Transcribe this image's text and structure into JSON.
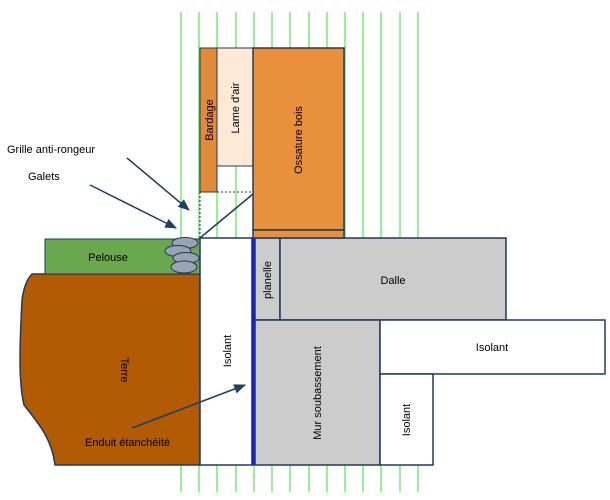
{
  "colors": {
    "grid_line": "#33dd33",
    "wood_orange": "#e8903c",
    "bardage_orange": "#e08a3a",
    "air_gap": "#fde9d6",
    "outline_navy": "#1f3a5f",
    "lawn_green": "#6aa84f",
    "earth_brown": "#b35a04",
    "concrete_gray": "#cccccc",
    "insulation_white": "#ffffff",
    "membrane_blue": "#1c1cd6",
    "pebble_gray": "#9aa4b0",
    "arrow_navy": "#1f3f63"
  },
  "labels": {
    "bardage": "Bardage",
    "lame_air": "Lame d'air",
    "ossature_bois": "Ossature bois",
    "grille_anti_rongeur": "Grille anti-rongeur",
    "galets": "Galets",
    "pelouse": "Pelouse",
    "terre": "Terre",
    "isolant_vertical": "Isolant",
    "planelle": "planelle",
    "dalle": "Dalle",
    "isolant_dalle": "Isolant",
    "isolant_bas": "Isolant",
    "mur_soubassement": "Mur soubassement",
    "enduit_etancheite": "Enduit étanchéité"
  }
}
